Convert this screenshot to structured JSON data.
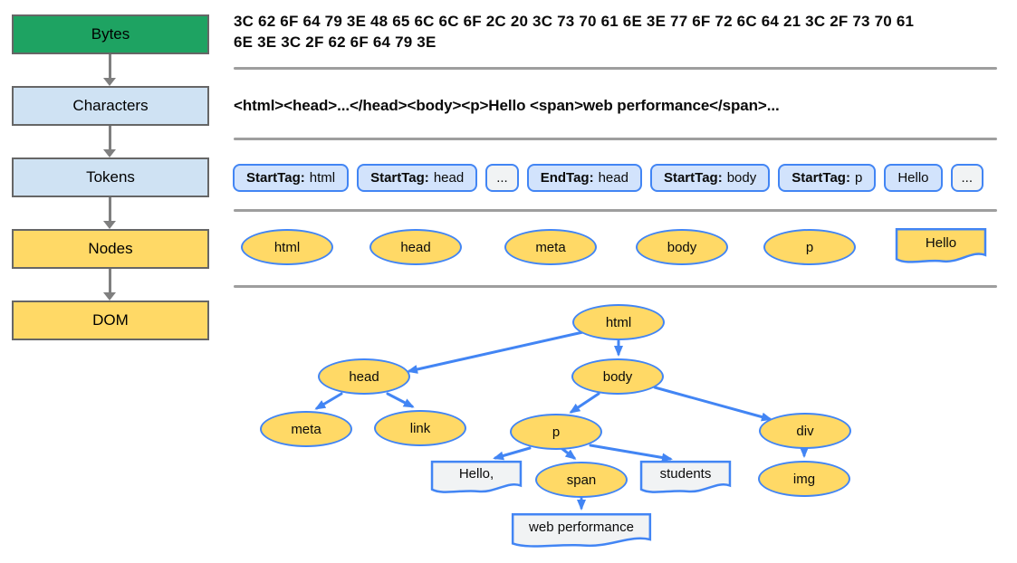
{
  "left_column": {
    "stages": [
      {
        "label": "Bytes"
      },
      {
        "label": "Characters"
      },
      {
        "label": "Tokens"
      },
      {
        "label": "Nodes"
      },
      {
        "label": "DOM"
      }
    ]
  },
  "bytes": {
    "line1": "3C 62 6F 64 79 3E 48 65 6C 6C 6F 2C 20 3C 73 70 61 6E 3E 77 6F 72 6C 64 21 3C 2F 73 70 61",
    "line2": "6E 3E 3C 2F 62 6F 64 79 3E"
  },
  "characters": {
    "text": "<html><head>...</head><body><p>Hello <span>web performance</span>..."
  },
  "tokens": {
    "items": [
      {
        "prefix": "StartTag:",
        "value": "html"
      },
      {
        "prefix": "StartTag:",
        "value": "head"
      },
      {
        "prefix": "",
        "value": "..."
      },
      {
        "prefix": "EndTag:",
        "value": "head"
      },
      {
        "prefix": "StartTag:",
        "value": "body"
      },
      {
        "prefix": "StartTag:",
        "value": "p"
      },
      {
        "prefix": "",
        "value": "Hello"
      },
      {
        "prefix": "",
        "value": "..."
      }
    ]
  },
  "nodes_row": {
    "ellipses": [
      "html",
      "head",
      "meta",
      "body",
      "p"
    ],
    "text_node": "Hello"
  },
  "dom_tree": {
    "elements": {
      "html": "html",
      "head": "head",
      "body": "body",
      "meta": "meta",
      "link": "link",
      "p": "p",
      "div": "div",
      "span": "span",
      "img": "img"
    },
    "text_nodes": {
      "hello": "Hello,",
      "students": "students",
      "web_performance": "web performance"
    }
  },
  "colors": {
    "stage_bytes": "#1ea362",
    "stage_characters": "#cfe2f3",
    "stage_nodes": "#ffd966",
    "token_fill": "#d2e3fc",
    "token_light_fill": "#f1f3f4",
    "diagram_blue": "#4285f4",
    "node_yellow": "#ffd966",
    "divider_gray": "#9e9e9e",
    "flow_arrow_gray": "#7f7f7f"
  }
}
